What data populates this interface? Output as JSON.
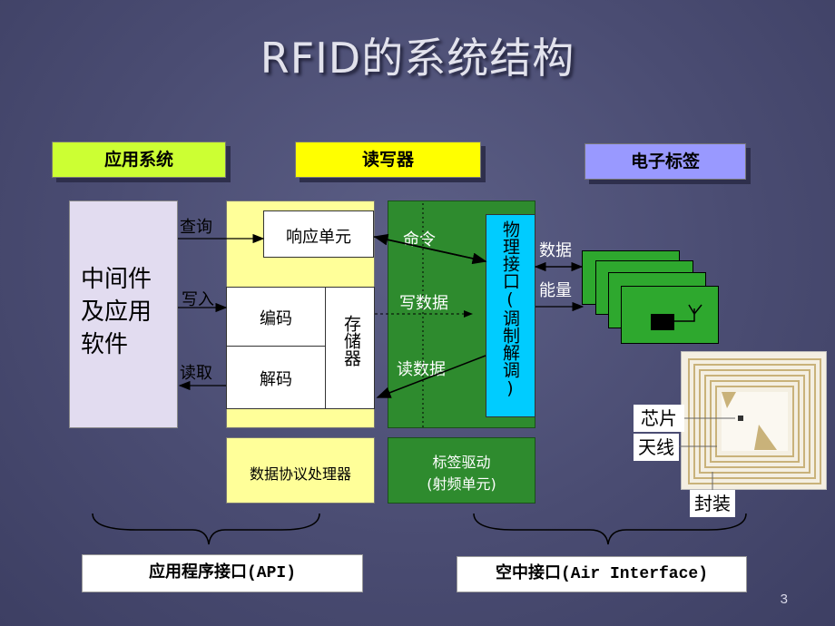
{
  "title": "RFID的系统结构",
  "headers": {
    "app_system": "应用系统",
    "reader": "读写器",
    "tag": "电子标签"
  },
  "middleware": "中间件\n及应用\n软件",
  "arrows": {
    "query": "查询",
    "write": "写入",
    "read": "读取"
  },
  "reader_blocks": {
    "response_unit": "响应单元",
    "encode": "编码",
    "decode": "解码",
    "memory": "存储器",
    "protocol_processor": "数据协议处理器"
  },
  "rf_blocks": {
    "command": "命令",
    "write_data": "写数据",
    "read_data": "读数据",
    "physical_interface": "物理接口(调制解调)",
    "tag_driver_line1": "标签驱动",
    "tag_driver_line2": "(射频单元)"
  },
  "tag_side": {
    "data": "数据",
    "energy": "能量",
    "chip": "芯片",
    "antenna": "天线",
    "package": "封装"
  },
  "interfaces": {
    "api": "应用程序接口(API)",
    "air": "空中接口(Air Interface)"
  },
  "page_number": "3",
  "colors": {
    "app_header": "#ccff33",
    "reader_header": "#ffff00",
    "tag_header": "#9999ff",
    "middleware_bg": "#e2dcf0",
    "reader_bg": "#ffff99",
    "rf_bg": "#2e8b2e",
    "phys_iface": "#00ccff"
  }
}
